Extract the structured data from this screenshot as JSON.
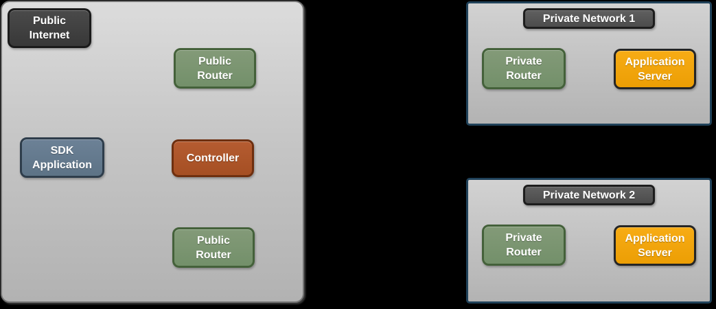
{
  "page": {
    "background_color": "#000000",
    "container_fill_top": "#dcdcdc",
    "container_fill_bottom": "#b2b2b2"
  },
  "public_zone": {
    "nodes": [
      {
        "id": "public-internet",
        "label": "Public Internet",
        "fill": "#3f3f3f",
        "border": "#1a1a1a"
      },
      {
        "id": "public-router-top",
        "label": "Public Router",
        "fill": "#7b9471",
        "border": "#44613a"
      },
      {
        "id": "sdk-application",
        "label": "SDK Application",
        "fill": "#64798c",
        "border": "#2e3d4b"
      },
      {
        "id": "controller",
        "label": "Controller",
        "fill": "#ad552a",
        "border": "#6e2f0f"
      },
      {
        "id": "public-router-bottom",
        "label": "Public Router",
        "fill": "#7b9471",
        "border": "#44613a"
      }
    ]
  },
  "private_network_1": {
    "title": "Private Network 1",
    "border_color": "#20425a",
    "nodes": [
      {
        "id": "private-router",
        "label": "Private Router",
        "fill": "#7b9471",
        "border": "#44613a"
      },
      {
        "id": "application-server",
        "label": "Application Server",
        "fill": "#f0a20a",
        "border": "#252525"
      }
    ]
  },
  "private_network_2": {
    "title": "Private Network 2",
    "border_color": "#20425a",
    "nodes": [
      {
        "id": "private-router",
        "label": "Private Router",
        "fill": "#7b9471",
        "border": "#44613a"
      },
      {
        "id": "application-server",
        "label": "Application Server",
        "fill": "#f0a20a",
        "border": "#252525"
      }
    ]
  }
}
